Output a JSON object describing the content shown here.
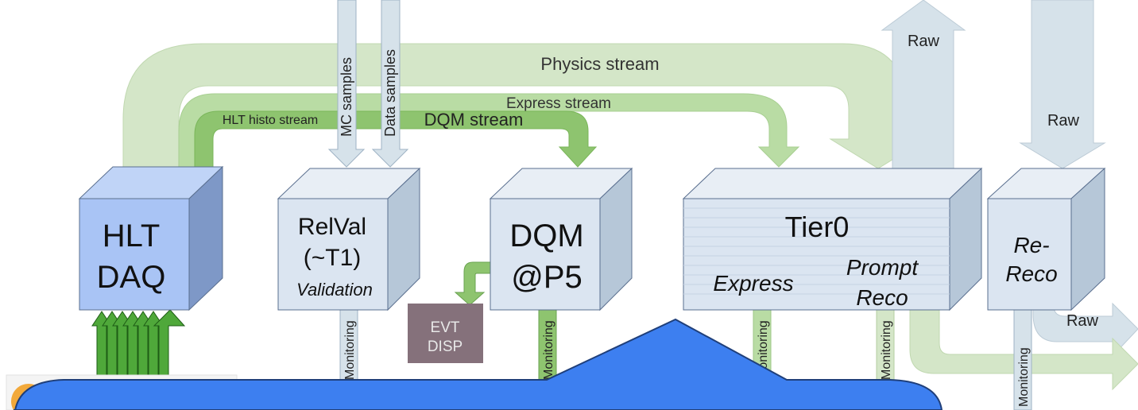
{
  "streams": {
    "physics": "Physics stream",
    "express": "Express stream",
    "hlt_histo": "HLT histo stream",
    "dqm": "DQM stream"
  },
  "inputs": {
    "mc_samples": "MC samples",
    "data_samples": "Data samples",
    "raw_top": "Raw",
    "raw_in": "Raw",
    "raw_out": "Raw"
  },
  "boxes": {
    "hlt_daq": [
      "HLT",
      "DAQ"
    ],
    "relval": [
      "RelVal",
      "(~T1)",
      "Validation"
    ],
    "dqm_p5": [
      "DQM",
      "@P5"
    ],
    "tier0": {
      "title": "Tier0",
      "express": "Express",
      "prompt": "Prompt",
      "reco": "Reco"
    },
    "rereco": [
      "Re-",
      "Reco"
    ]
  },
  "evt_disp": [
    "EVT",
    "DISP"
  ],
  "monitoring": {
    "relval": "Monitoring",
    "dqm": "Monitoring",
    "tier0_express": "Monitoring",
    "tier0_prompt": "Monitoring",
    "rereco": "Monitoring"
  },
  "colors": {
    "light_green": "#d4e6c8",
    "mid_green": "#a9d18e",
    "dark_green": "#70ad47",
    "arrow_blue": "#d6e2ea",
    "hlt_blue": "#a9c4f5",
    "box_grey": "#dbe5f1",
    "blob_blue": "#3d7ff0"
  }
}
